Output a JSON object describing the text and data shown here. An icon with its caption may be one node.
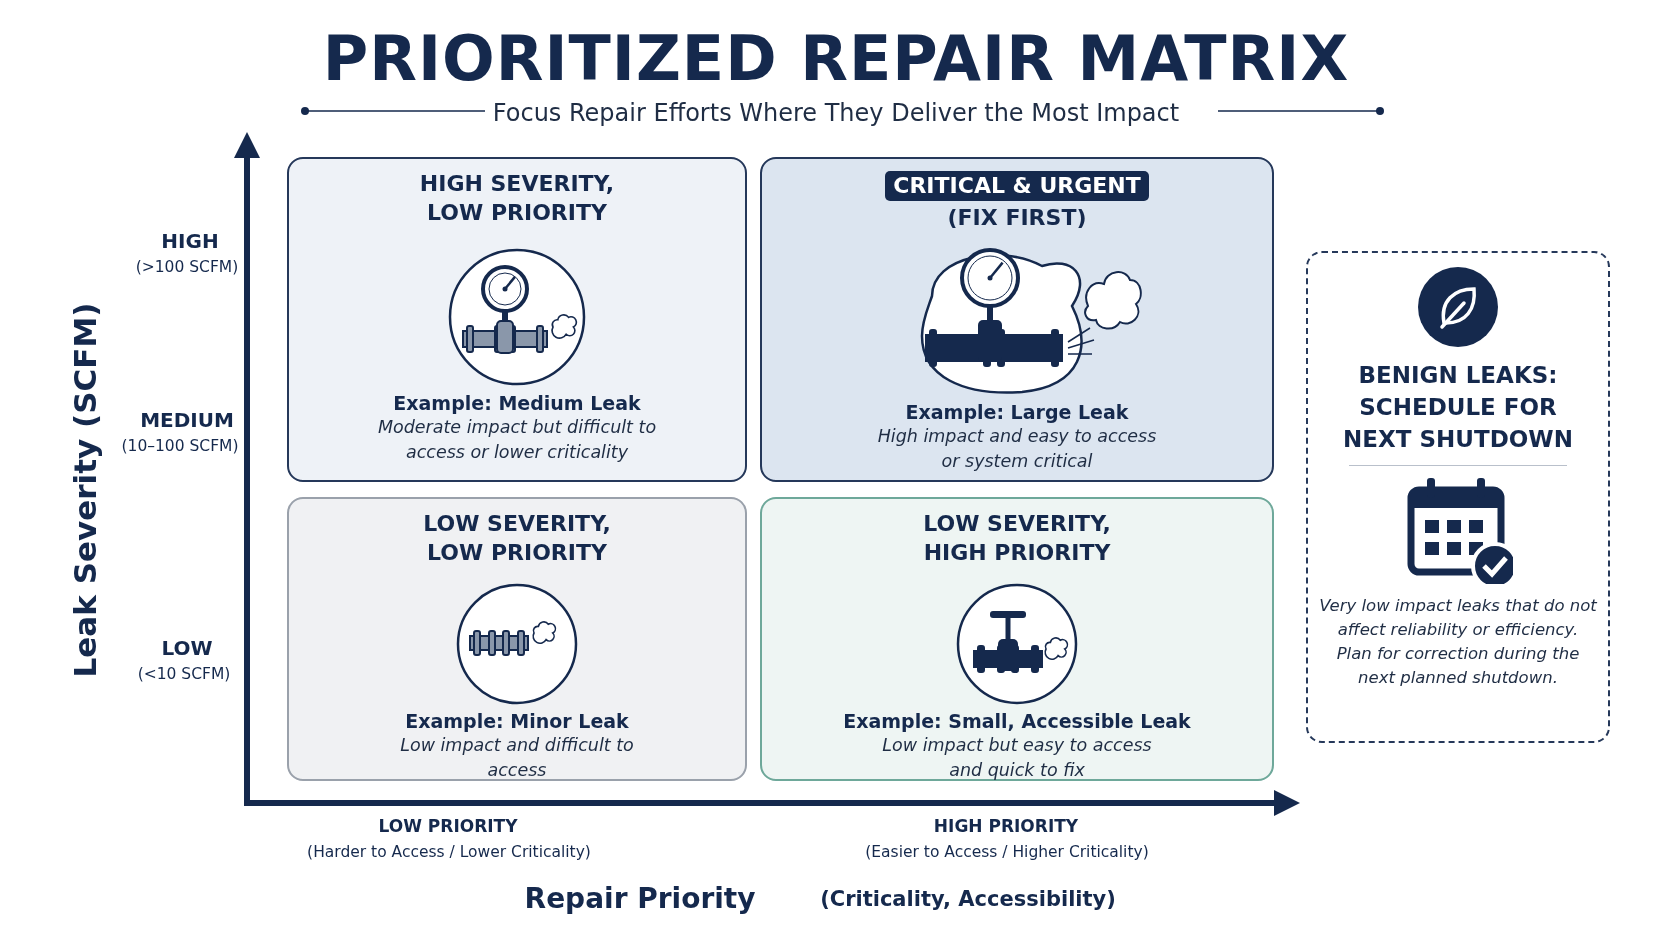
{
  "diagram": {
    "title": "PRIORITIZED REPAIR MATRIX",
    "nodes": [
      {
        "text": [
          "HIGH SEVERITY, LOW PRIORITY",
          "Example: Medium Leak",
          "Moderate impact but difficult to access or lower criticality"
        ]
      },
      {
        "text": [
          "CRITICAL & URGENT",
          "(FIX FIRST)",
          "Example: Large Leak",
          "High impact and easy to access or system critical"
        ]
      },
      {
        "text": [
          "LOW SEVERITY, LOW PRIORITY",
          "Example: Minor Leak",
          "Low impact and difficult to access"
        ]
      },
      {
        "text": [
          "LOW SEVERITY, HIGH PRIORITY",
          "Example: Small, Accessible Leak",
          "Low impact but easy to access and quick to fix"
        ]
      },
      {
        "text": [
          "BENIGN LEAKS: SCHEDULE FOR NEXT SHUTDOWN",
          "Very low impact leaks that do not affect reliability or efficiency. Plan for correction during the next planned shutdown."
        ]
      }
    ],
    "labels": [
      "Focus Repair Efforts Where They Deliver the Most Impact",
      "Leak Severity (SCFM)",
      "HIGH",
      "(>100 SCFM)",
      "MEDIUM",
      "(10–100 SCFM)",
      "LOW",
      "(<10 SCFM)",
      "LOW PRIORITY",
      "(Harder to Access / Lower Criticality)",
      "HIGH PRIORITY",
      "(Easier to Access / Higher Criticality)",
      "Repair Priority",
      "(Criticality, Accessibility)"
    ]
  }
}
